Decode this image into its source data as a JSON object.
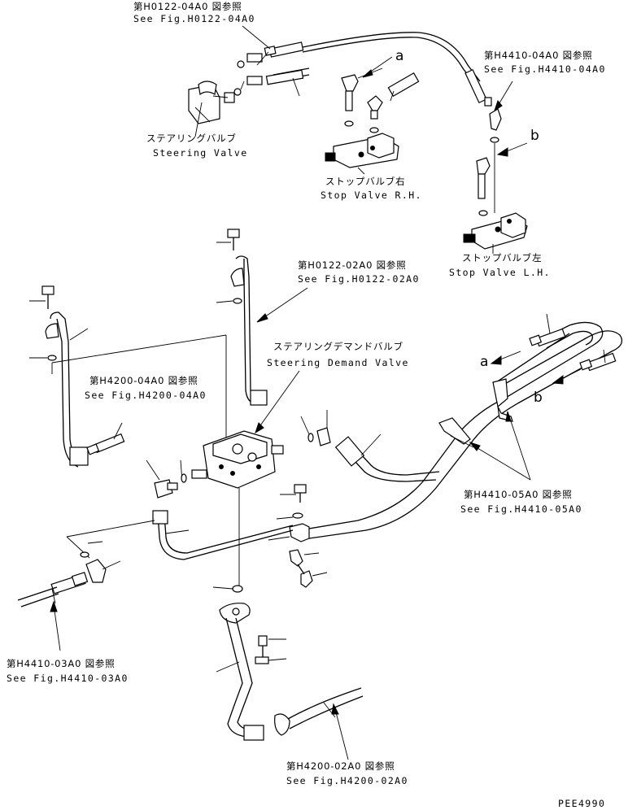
{
  "labels": {
    "ref_h0122_04a0_jp": "第H0122-04A0 図参照",
    "ref_h0122_04a0_en": "See Fig.H0122-04A0",
    "ref_h4410_04a0_jp": "第H4410-04A0 図参照",
    "ref_h4410_04a0_en": "See Fig.H4410-04A0",
    "steering_valve_jp": "ステアリングバルブ",
    "steering_valve_en": "Steering Valve",
    "stop_valve_rh_jp": "ストップバルブ右",
    "stop_valve_rh_en": "Stop Valve R.H.",
    "stop_valve_lh_jp": "ストップバルブ左",
    "stop_valve_lh_en": "Stop Valve L.H.",
    "ref_h0122_02a0_jp": "第H0122-02A0 図参照",
    "ref_h0122_02a0_en": "See Fig.H0122-02A0",
    "demand_valve_jp": "ステアリングデマンドバルブ",
    "demand_valve_en": "Steering Demand Valve",
    "ref_h4200_04a0_jp": "第H4200-04A0 図参照",
    "ref_h4200_04a0_en": "See Fig.H4200-04A0",
    "ref_h4410_05a0_jp": "第H4410-05A0 図参照",
    "ref_h4410_05a0_en": "See Fig.H4410-05A0",
    "ref_h4410_03a0_jp": "第H4410-03A0 図参照",
    "ref_h4410_03a0_en": "See Fig.H4410-03A0",
    "ref_h4200_02a0_jp": "第H4200-02A0 図参照",
    "ref_h4200_02a0_en": "See Fig.H4200-02A0",
    "connector_a_top": "a",
    "connector_b_top": "b",
    "connector_a_right": "a",
    "connector_b_right": "b",
    "drawing_code": "PEE4990"
  }
}
